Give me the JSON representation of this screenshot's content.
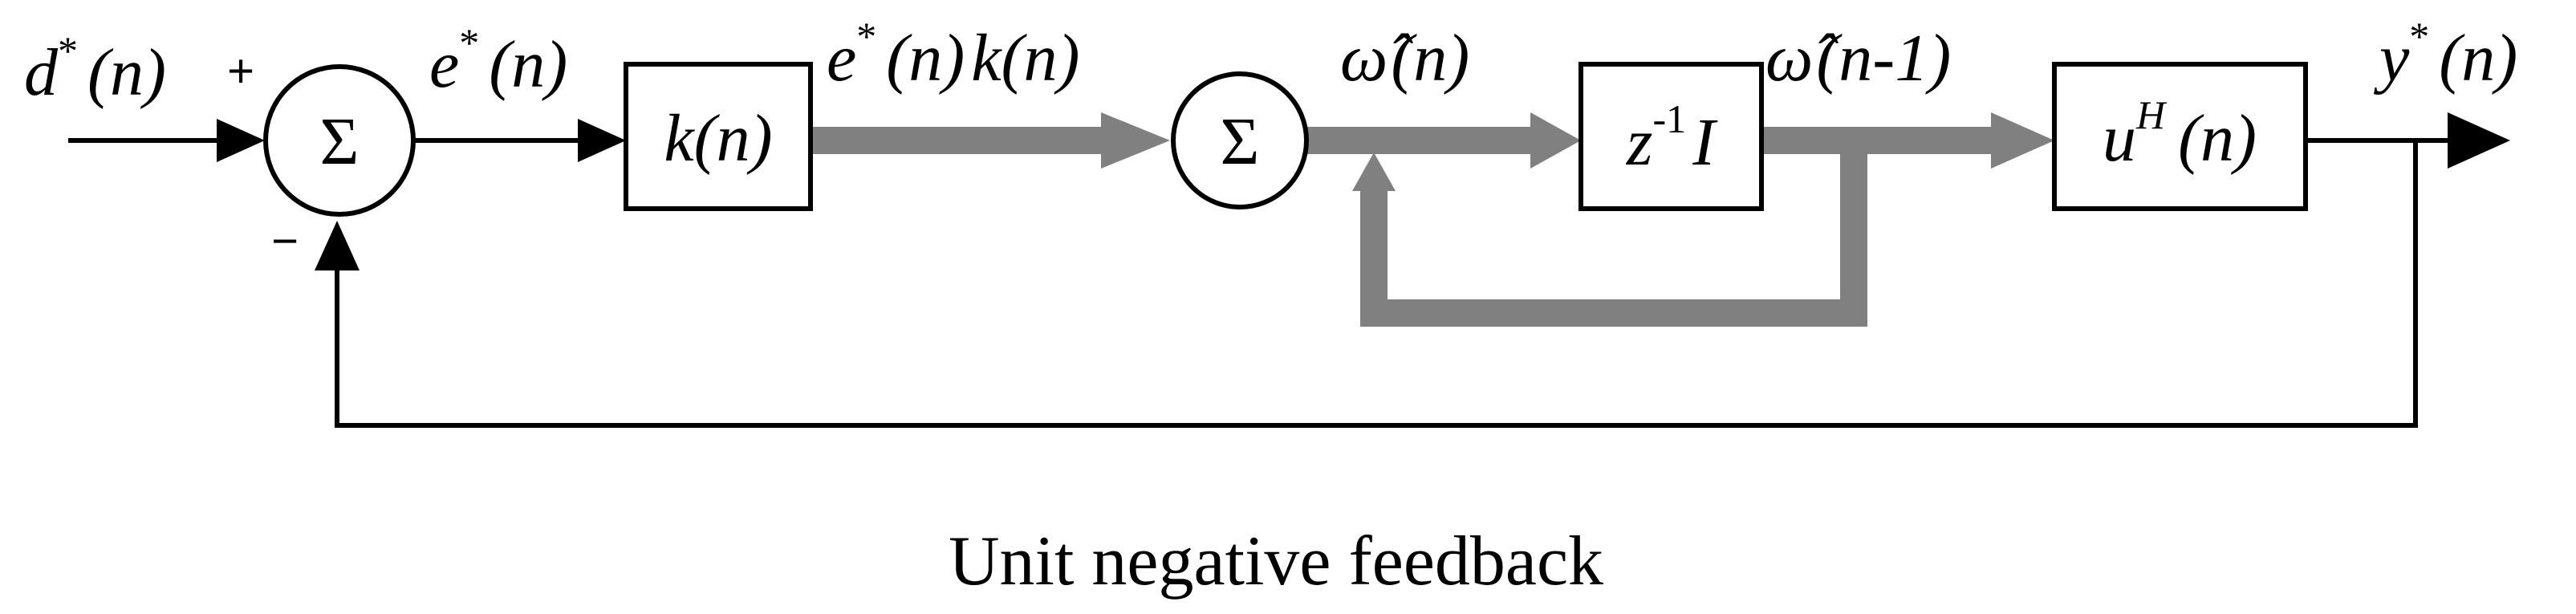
{
  "diagram": {
    "caption": "Unit negative feedback",
    "signals": {
      "input": {
        "base": "d",
        "sup": "*",
        "arg": "(n)"
      },
      "error": {
        "base": "e",
        "sup": "*",
        "arg": "(n)"
      },
      "gain_output": {
        "base": "e",
        "sup": "*",
        "arg": "(n)",
        "tail": "k(n)"
      },
      "estimate": {
        "hat": "ω̂",
        "arg": "(n)"
      },
      "delayed_estimate": {
        "hat": "ω̂",
        "arg": "(n-1)"
      },
      "output": {
        "base": "y",
        "sup": "*",
        "arg": "(n)"
      }
    },
    "blocks": {
      "gain": {
        "label": "k(n)"
      },
      "delay": {
        "base": "z",
        "sup": "-1",
        "tail": "I"
      },
      "regressor": {
        "base": "u",
        "sup": "H",
        "arg": "(n)"
      }
    },
    "summers": {
      "first": {
        "symbol": "Σ",
        "plus": "+",
        "minus": "−"
      },
      "second": {
        "symbol": "Σ"
      }
    }
  }
}
